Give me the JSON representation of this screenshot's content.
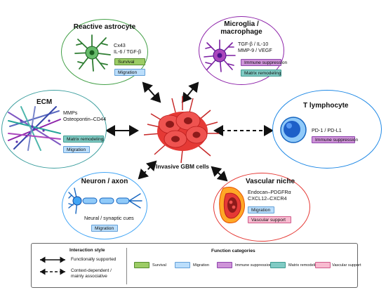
{
  "colors": {
    "survival": {
      "fill": "#9ccc65",
      "border": "#558b2f"
    },
    "migration": {
      "fill": "#bbdefb",
      "border": "#64a0d8"
    },
    "immune": {
      "fill": "#ce93d8",
      "border": "#8e44ad"
    },
    "matrix": {
      "fill": "#80cbc4",
      "border": "#3f9a90"
    },
    "vascular": {
      "fill": "#f8bbd0",
      "border": "#d05a8a"
    }
  },
  "center": {
    "label": "Invasive GBM cells"
  },
  "astrocyte": {
    "title": "Reactive astrocyte",
    "line1": "Cx43",
    "line2": "IL-6 / TGF-β",
    "tag1": "Survival",
    "tag2": "Migration"
  },
  "microglia": {
    "title1": "Microglia /",
    "title2": "macrophage",
    "line1": "TGF-β / IL-10",
    "line2": "MMP-9 / VEGF",
    "tag1": "Immune suppression",
    "tag2": "Matrix remodeling"
  },
  "ecm": {
    "title": "ECM",
    "line1": "MMPs",
    "line2": "Osteopontin–CD44",
    "tag1": "Matrix remodeling",
    "tag2": "Migration"
  },
  "tcell": {
    "title": "T lymphocyte",
    "line1": "PD-1 / PD-L1",
    "tag1": "Immune suppression"
  },
  "neuron": {
    "title": "Neuron / axon",
    "line1": "Neural / synaptic cues",
    "tag1": "Migration"
  },
  "vascular": {
    "title": "Vascular niche",
    "line1": "Endocan–PDGFRα",
    "line2": "CXCL12–CXCR4",
    "tag1": "Migration",
    "tag2": "Vascular support"
  },
  "legend": {
    "style_heading": "Interaction style",
    "solid_label": "Functionally supported",
    "dashed_label1": "Context-dependent /",
    "dashed_label2": "mainly associative",
    "categories_heading": "Function categories",
    "cat_survival": "Survival",
    "cat_migration": "Migration",
    "cat_immune": "Immune suppression",
    "cat_matrix": "Matrix remodeling",
    "cat_vascular": "Vascular support"
  }
}
